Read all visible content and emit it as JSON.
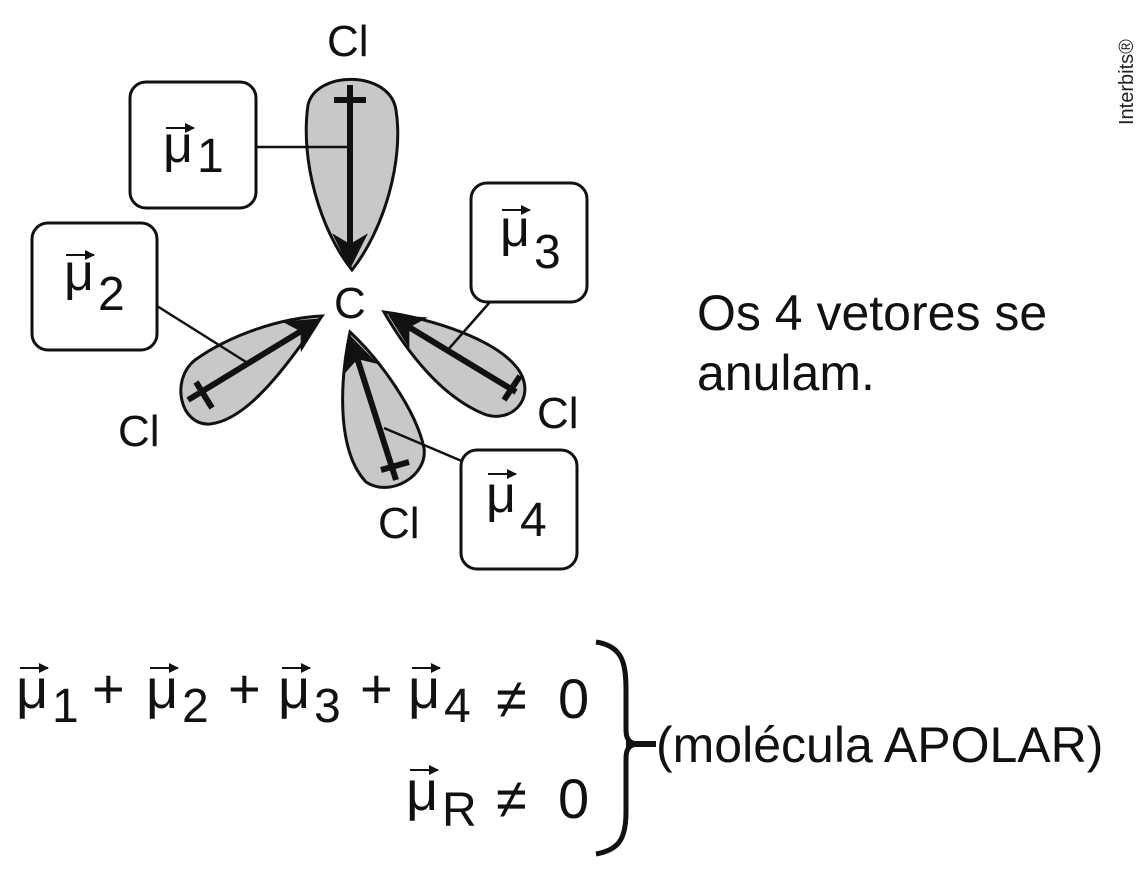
{
  "center_atom": "C",
  "lobes": [
    {
      "atom": "Cl",
      "vector_symbol": "μ",
      "index": "1"
    },
    {
      "atom": "Cl",
      "vector_symbol": "μ",
      "index": "2"
    },
    {
      "atom": "Cl",
      "vector_symbol": "μ",
      "index": "3"
    },
    {
      "atom": "Cl",
      "vector_symbol": "μ",
      "index": "4"
    }
  ],
  "note": {
    "line1": "Os 4 vetores se",
    "line2": "anulam."
  },
  "equation": {
    "symbol": "μ",
    "terms": [
      "1",
      "2",
      "3",
      "4"
    ],
    "plus": "+",
    "neq": "≠",
    "zero": "0",
    "result_index": "R",
    "label": "(molécula APOLAR)"
  },
  "credit": "Interbits®",
  "colors": {
    "lobe_fill": "#c8c8c8",
    "stroke": "#111111",
    "background": "#ffffff"
  }
}
